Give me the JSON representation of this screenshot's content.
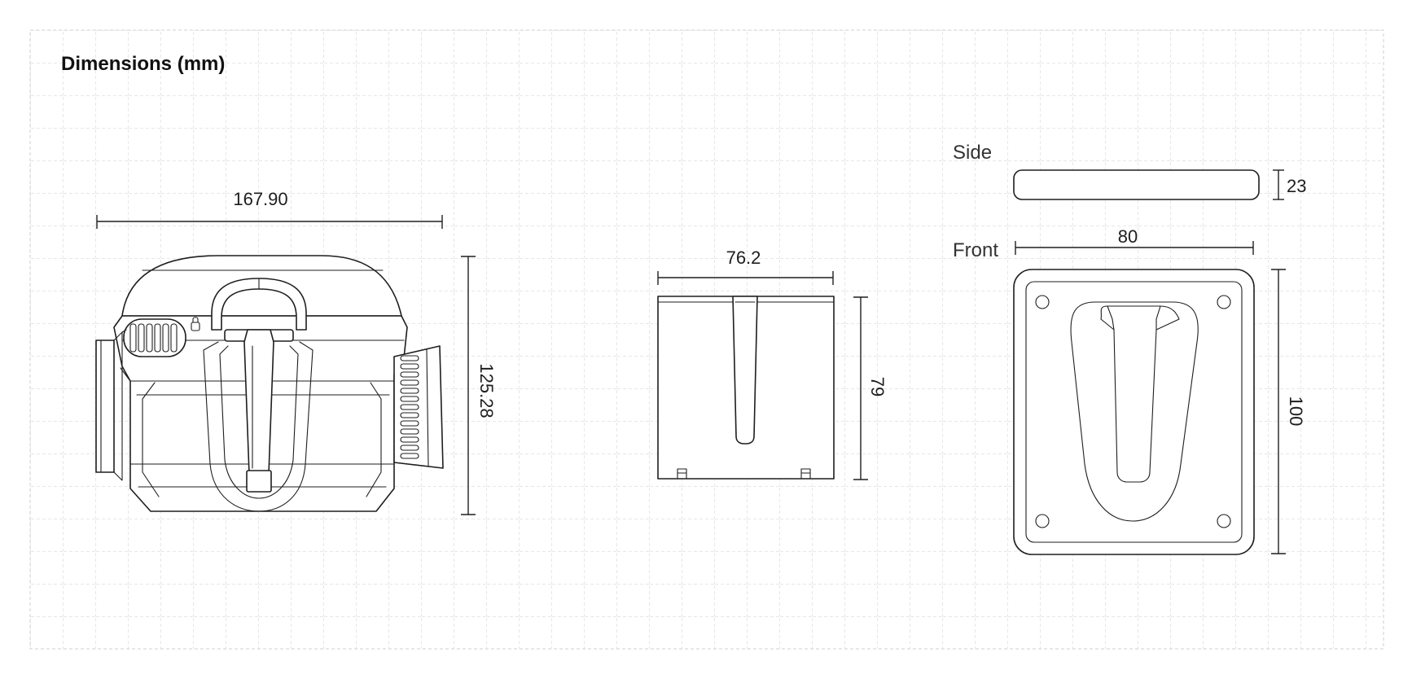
{
  "title": "Dimensions (mm)",
  "device": {
    "width": "167.90",
    "height": "125.28"
  },
  "mount": {
    "width": "76.2",
    "height": "79"
  },
  "plate": {
    "side_label": "Side",
    "front_label": "Front",
    "thickness": "23",
    "width": "80",
    "height": "100"
  },
  "colors": {
    "grid": "#cfcfcf",
    "ink": "#1e1e1e"
  }
}
